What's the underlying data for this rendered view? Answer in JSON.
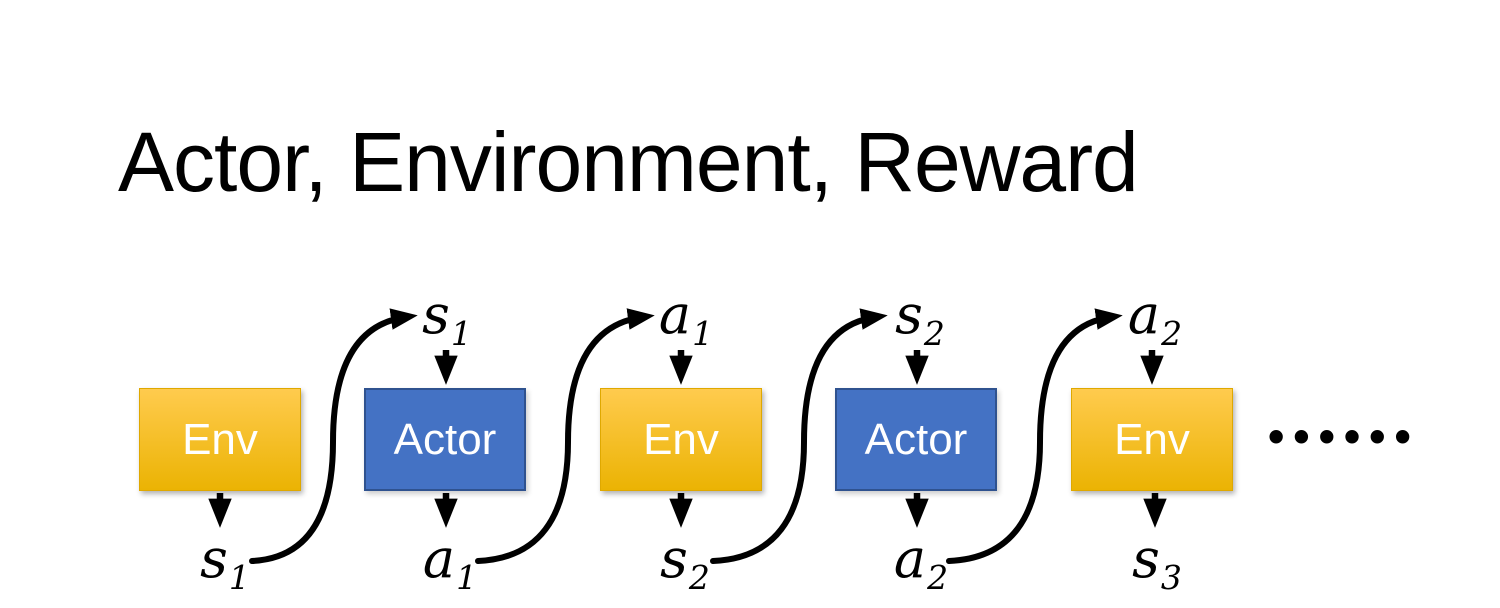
{
  "title": "Actor, Environment, Reward",
  "colors": {
    "background": "#ffffff",
    "title_text": "#000000",
    "env_gradient_top": "#FFCB4E",
    "env_gradient_bottom": "#EBB303",
    "env_border": "#DFA800",
    "actor_fill": "#4472C4",
    "actor_border": "#2F528F",
    "box_text": "#FFFFFF",
    "arrow": "#000000"
  },
  "diagram": {
    "boxes": [
      {
        "id": "env-1",
        "type": "env",
        "label": "Env"
      },
      {
        "id": "actor-1",
        "type": "actor",
        "label": "Actor"
      },
      {
        "id": "env-2",
        "type": "env",
        "label": "Env"
      },
      {
        "id": "actor-2",
        "type": "actor",
        "label": "Actor"
      },
      {
        "id": "env-3",
        "type": "env",
        "label": "Env"
      }
    ],
    "top_labels": [
      {
        "base": "s",
        "sub": "1"
      },
      {
        "base": "a",
        "sub": "1"
      },
      {
        "base": "s",
        "sub": "2"
      },
      {
        "base": "a",
        "sub": "2"
      }
    ],
    "bottom_labels": [
      {
        "base": "s",
        "sub": "1"
      },
      {
        "base": "a",
        "sub": "1"
      },
      {
        "base": "s",
        "sub": "2"
      },
      {
        "base": "a",
        "sub": "2"
      },
      {
        "base": "s",
        "sub": "3"
      }
    ],
    "ellipsis": "••••••"
  }
}
